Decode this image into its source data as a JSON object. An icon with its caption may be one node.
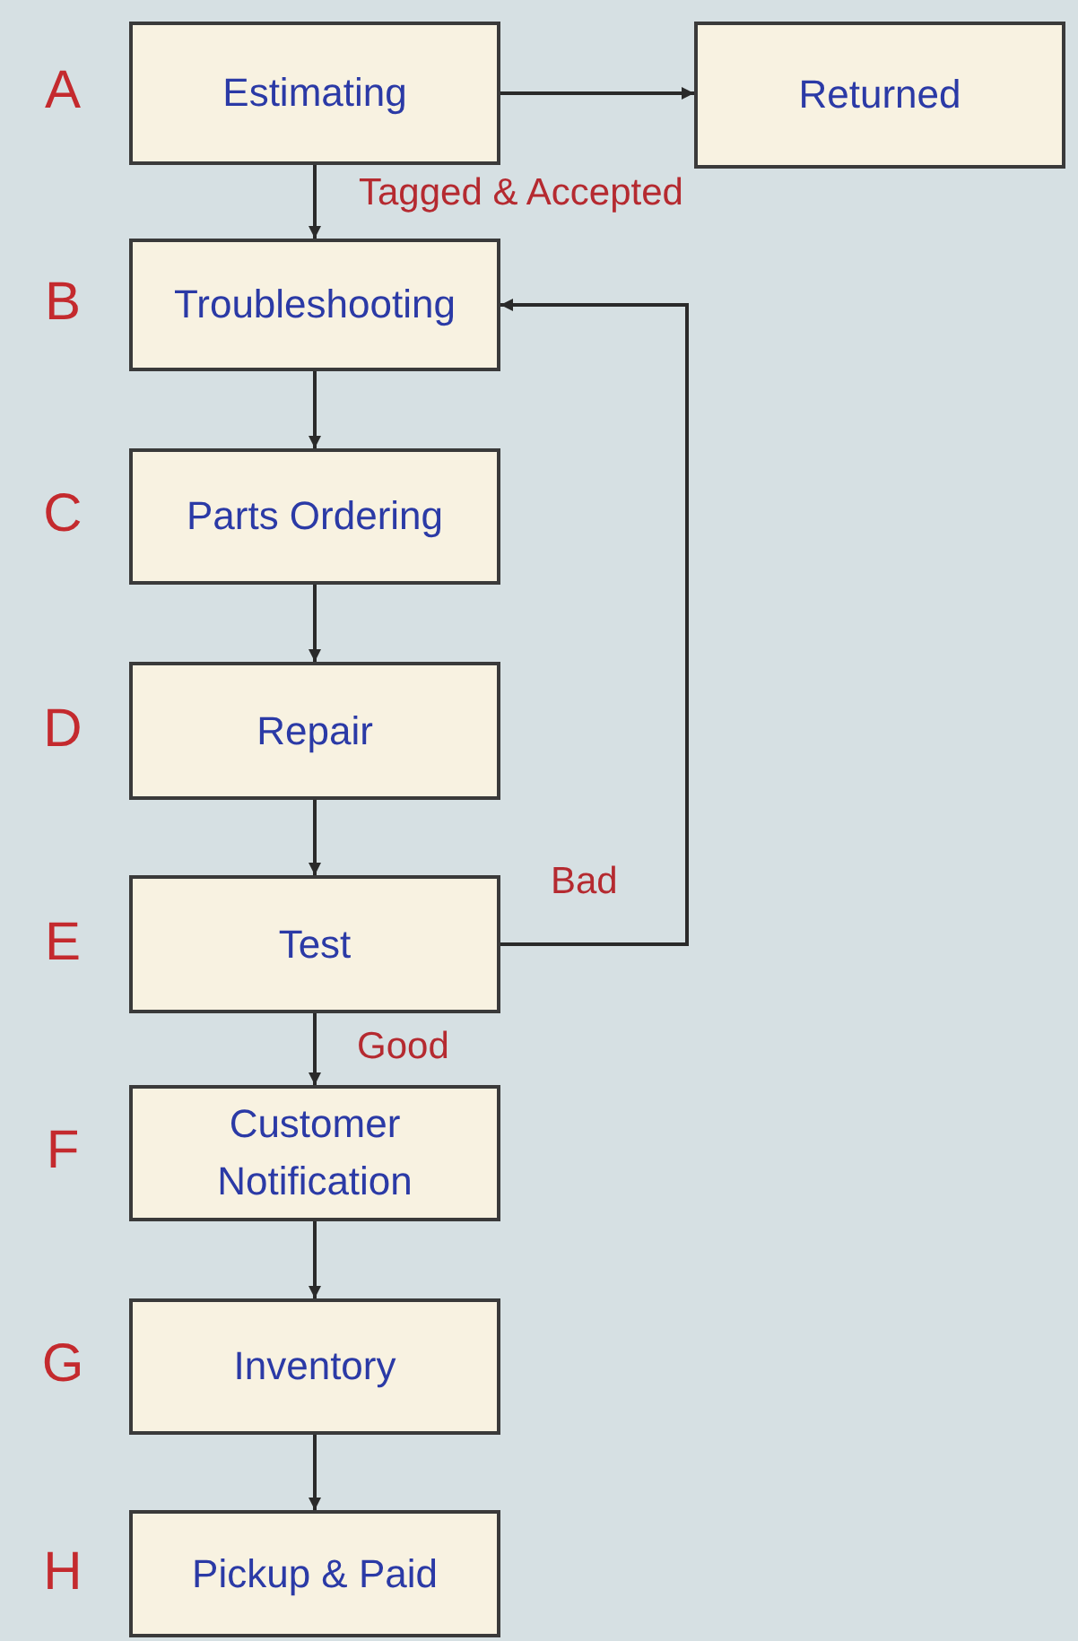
{
  "diagram": {
    "nodes": [
      {
        "text": [
          "Estimating"
        ],
        "beside": [
          "A"
        ]
      },
      {
        "text": [
          "Returned"
        ]
      },
      {
        "text": [
          "Troubleshooting"
        ],
        "beside": [
          "B"
        ]
      },
      {
        "text": [
          "Parts Ordering"
        ],
        "beside": [
          "C"
        ]
      },
      {
        "text": [
          "Repair"
        ],
        "beside": [
          "D"
        ]
      },
      {
        "text": [
          "Test"
        ],
        "beside": [
          "E"
        ]
      },
      {
        "text": [
          "Customer Notification"
        ],
        "beside": [
          "F"
        ]
      },
      {
        "text": [
          "Inventory"
        ],
        "beside": [
          "G"
        ]
      },
      {
        "text": [
          "Pickup & Paid"
        ],
        "beside": [
          "H"
        ]
      }
    ],
    "edges": [
      {
        "from": 0,
        "to": 1,
        "arrow": "to"
      },
      {
        "from": 0,
        "to": 2,
        "arrow": "to",
        "label": "Tagged & Accepted"
      },
      {
        "from": 2,
        "to": 3,
        "arrow": "to"
      },
      {
        "from": 3,
        "to": 4,
        "arrow": "to"
      },
      {
        "from": 4,
        "to": 5,
        "arrow": "to"
      },
      {
        "from": 5,
        "to": 6,
        "arrow": "to",
        "label": "Good"
      },
      {
        "from": 5,
        "to": 2,
        "arrow": "to",
        "label": "Bad"
      },
      {
        "from": 6,
        "to": 7,
        "arrow": "to"
      },
      {
        "from": 7,
        "to": 8,
        "arrow": "to"
      }
    ]
  }
}
